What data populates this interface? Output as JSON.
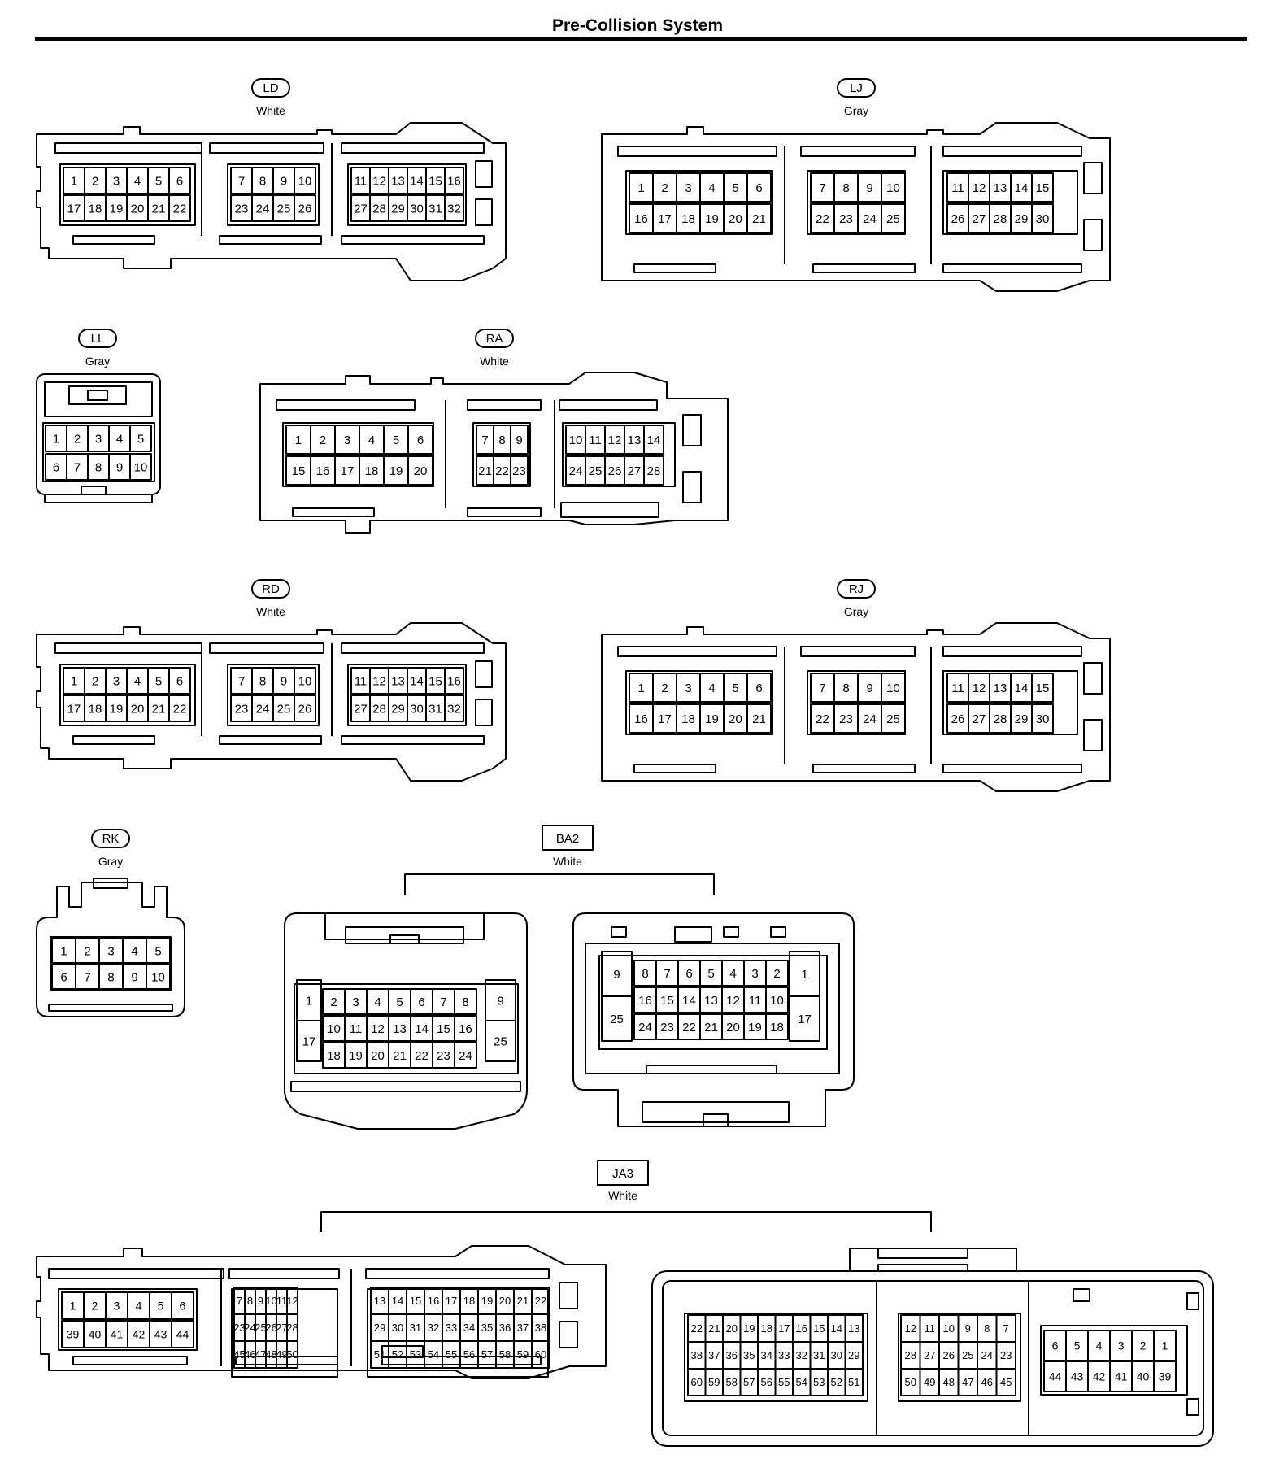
{
  "title": "Pre-Collision System",
  "connectors": [
    {
      "id": "LD",
      "color": "White",
      "cells": [
        [
          "1",
          "2",
          "3",
          "4",
          "5",
          "6"
        ],
        [
          "17",
          "18",
          "19",
          "20",
          "21",
          "22"
        ],
        [
          "7",
          "8",
          "9",
          "10"
        ],
        [
          "23",
          "24",
          "25",
          "26"
        ],
        [
          "11",
          "12",
          "13",
          "14",
          "15",
          "16"
        ],
        [
          "27",
          "28",
          "29",
          "30",
          "31",
          "32"
        ]
      ]
    },
    {
      "id": "LJ",
      "color": "Gray",
      "cells": [
        [
          "1",
          "2",
          "3",
          "4",
          "5",
          "6"
        ],
        [
          "16",
          "17",
          "18",
          "19",
          "20",
          "21"
        ],
        [
          "7",
          "8",
          "9",
          "10"
        ],
        [
          "22",
          "23",
          "24",
          "25"
        ],
        [
          "11",
          "12",
          "13",
          "14",
          "15"
        ],
        [
          "26",
          "27",
          "28",
          "29",
          "30"
        ]
      ]
    },
    {
      "id": "LL",
      "color": "Gray",
      "cells": [
        [
          "1",
          "2",
          "3",
          "4",
          "5"
        ],
        [
          "6",
          "7",
          "8",
          "9",
          "10"
        ]
      ]
    },
    {
      "id": "RA",
      "color": "White",
      "cells": [
        [
          "1",
          "2",
          "3",
          "4",
          "5",
          "6"
        ],
        [
          "15",
          "16",
          "17",
          "18",
          "19",
          "20"
        ],
        [
          "7",
          "8",
          "9"
        ],
        [
          "21",
          "22",
          "23"
        ],
        [
          "10",
          "11",
          "12",
          "13",
          "14"
        ],
        [
          "24",
          "25",
          "26",
          "27",
          "28"
        ]
      ]
    },
    {
      "id": "RD",
      "color": "White",
      "cells": [
        [
          "1",
          "2",
          "3",
          "4",
          "5",
          "6"
        ],
        [
          "17",
          "18",
          "19",
          "20",
          "21",
          "22"
        ],
        [
          "7",
          "8",
          "9",
          "10"
        ],
        [
          "23",
          "24",
          "25",
          "26"
        ],
        [
          "11",
          "12",
          "13",
          "14",
          "15",
          "16"
        ],
        [
          "27",
          "28",
          "29",
          "30",
          "31",
          "32"
        ]
      ]
    },
    {
      "id": "RJ",
      "color": "Gray",
      "cells": [
        [
          "1",
          "2",
          "3",
          "4",
          "5",
          "6"
        ],
        [
          "16",
          "17",
          "18",
          "19",
          "20",
          "21"
        ],
        [
          "7",
          "8",
          "9",
          "10"
        ],
        [
          "22",
          "23",
          "24",
          "25"
        ],
        [
          "11",
          "12",
          "13",
          "14",
          "15"
        ],
        [
          "26",
          "27",
          "28",
          "29",
          "30"
        ]
      ]
    },
    {
      "id": "RK",
      "color": "Gray",
      "cells": [
        [
          "1",
          "2",
          "3",
          "4",
          "5"
        ],
        [
          "6",
          "7",
          "8",
          "9",
          "10"
        ]
      ]
    },
    {
      "id": "BA2",
      "color": "White",
      "cells": [
        [
          "1",
          "17"
        ],
        [
          "2",
          "3",
          "4",
          "5",
          "6",
          "7",
          "8"
        ],
        [
          "10",
          "11",
          "12",
          "13",
          "14",
          "15",
          "16"
        ],
        [
          "18",
          "19",
          "20",
          "21",
          "22",
          "23",
          "24"
        ],
        [
          "9",
          "25"
        ],
        [
          "9",
          "25"
        ],
        [
          "8",
          "7",
          "6",
          "5",
          "4",
          "3",
          "2"
        ],
        [
          "16",
          "15",
          "14",
          "13",
          "12",
          "11",
          "10"
        ],
        [
          "24",
          "23",
          "22",
          "21",
          "20",
          "19",
          "18"
        ],
        [
          "1",
          "17"
        ]
      ]
    },
    {
      "id": "JA3",
      "color": "White",
      "cells": [
        [
          "1",
          "2",
          "3",
          "4",
          "5",
          "6"
        ],
        [
          "39",
          "40",
          "41",
          "42",
          "43",
          "44"
        ],
        [
          "7",
          "8",
          "9",
          "10",
          "11",
          "12"
        ],
        [
          "23",
          "24",
          "25",
          "26",
          "27",
          "28"
        ],
        [
          "45",
          "46",
          "47",
          "48",
          "49",
          "50"
        ],
        [
          "13",
          "14",
          "15",
          "16",
          "17",
          "18",
          "19",
          "20",
          "21",
          "22"
        ],
        [
          "29",
          "30",
          "31",
          "32",
          "33",
          "34",
          "35",
          "36",
          "37",
          "38"
        ],
        [
          "51",
          "52",
          "53",
          "54",
          "55",
          "56",
          "57",
          "58",
          "59",
          "60"
        ],
        [
          "22",
          "21",
          "20",
          "19",
          "18",
          "17",
          "16",
          "15",
          "14",
          "13"
        ],
        [
          "38",
          "37",
          "36",
          "35",
          "34",
          "33",
          "32",
          "31",
          "30",
          "29"
        ],
        [
          "60",
          "59",
          "58",
          "57",
          "56",
          "55",
          "54",
          "53",
          "52",
          "51"
        ],
        [
          "12",
          "11",
          "10",
          "9",
          "8",
          "7"
        ],
        [
          "28",
          "27",
          "26",
          "25",
          "24",
          "23"
        ],
        [
          "50",
          "49",
          "48",
          "47",
          "46",
          "45"
        ],
        [
          "6",
          "5",
          "4",
          "3",
          "2",
          "1"
        ],
        [
          "44",
          "43",
          "42",
          "41",
          "40",
          "39"
        ]
      ]
    }
  ]
}
